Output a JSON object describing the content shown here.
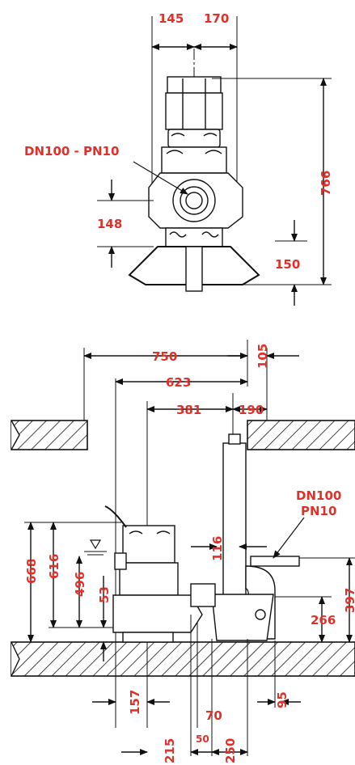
{
  "colors": {
    "dimension_text": "#e0302a",
    "label_text": "#e0302a",
    "line": "#111111",
    "hatch": "#111111"
  },
  "top_view": {
    "dims": {
      "w_left": "145",
      "w_right": "170",
      "height": "766",
      "outlet_height": "148",
      "base": "150"
    },
    "flange_label": "DN100 - PN10"
  },
  "install_view": {
    "dims": {
      "d750": "750",
      "d623": "623",
      "d381": "381",
      "d190": "190",
      "d105": "105",
      "d116": "116",
      "d668": "668",
      "d616": "616",
      "d496": "496",
      "d53": "53",
      "d397": "397",
      "d266": "266",
      "d157": "157",
      "d215": "215",
      "d70": "70",
      "d50": "50",
      "d250": "250",
      "d95": "95"
    },
    "flange_label_line1": "DN100",
    "flange_label_line2": "PN10"
  }
}
